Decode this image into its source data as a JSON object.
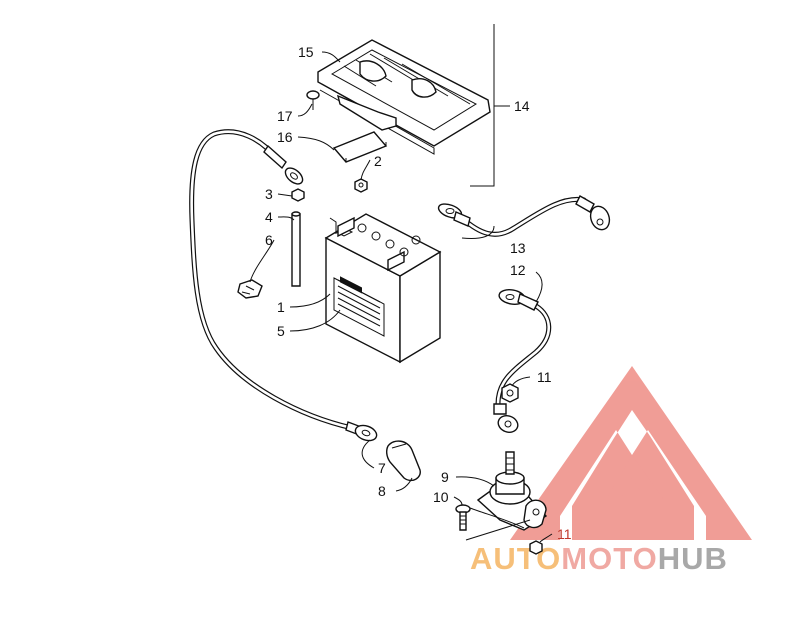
{
  "diagram": {
    "callouts": [
      {
        "id": "c1",
        "text": "1"
      },
      {
        "id": "c2",
        "text": "2"
      },
      {
        "id": "c3",
        "text": "3"
      },
      {
        "id": "c4",
        "text": "4"
      },
      {
        "id": "c5",
        "text": "5"
      },
      {
        "id": "c6",
        "text": "6"
      },
      {
        "id": "c7",
        "text": "7"
      },
      {
        "id": "c8",
        "text": "8"
      },
      {
        "id": "c9",
        "text": "9"
      },
      {
        "id": "c10",
        "text": "10"
      },
      {
        "id": "c11a",
        "text": "11"
      },
      {
        "id": "c11b",
        "text": "11"
      },
      {
        "id": "c12",
        "text": "12"
      },
      {
        "id": "c13",
        "text": "13"
      },
      {
        "id": "c14",
        "text": "14"
      },
      {
        "id": "c15",
        "text": "15"
      },
      {
        "id": "c16",
        "text": "16"
      },
      {
        "id": "c17",
        "text": "17"
      }
    ]
  },
  "watermark": {
    "part_auto": "AUTO",
    "part_moto": "MOTO",
    "part_hub": "HUB",
    "colors": {
      "triangle": "#ee8c84",
      "auto": "#f5b562",
      "moto": "#ee9b93",
      "hub": "#9a9a9a"
    }
  }
}
